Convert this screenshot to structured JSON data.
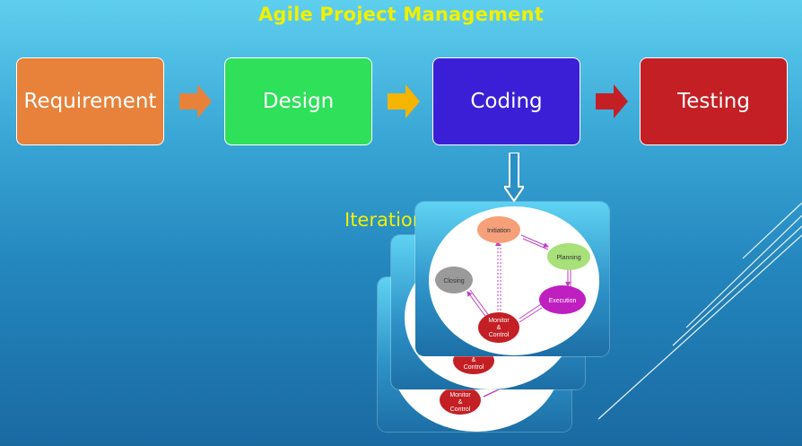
{
  "title": "Agile Project Management",
  "steps": [
    {
      "label": "Requirement",
      "color": "#e8813a"
    },
    {
      "label": "Design",
      "color": "#2ee05a"
    },
    {
      "label": "Coding",
      "color": "#3b1fd6"
    },
    {
      "label": "Testing",
      "color": "#c41f24"
    }
  ],
  "arrows": [
    {
      "color": "#e8813a"
    },
    {
      "color": "#f5b400"
    },
    {
      "color": "#c41f24"
    }
  ],
  "iteration_label": "Iteration",
  "cycle": {
    "initiation": "Initiation",
    "planning": "Planning",
    "execution": "Execution",
    "closing": "Closing",
    "monitor_line1": "Monitor",
    "monitor_line2": "&",
    "monitor_line3": "Control"
  }
}
